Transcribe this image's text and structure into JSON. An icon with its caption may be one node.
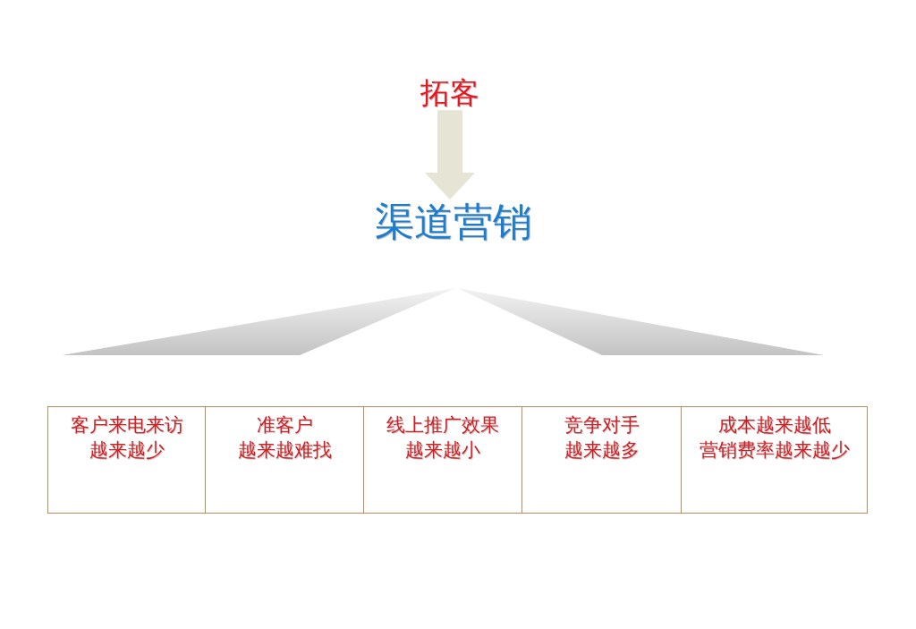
{
  "diagram": {
    "nodes": [
      {
        "text": [
          "拓客"
        ]
      },
      {
        "text": [
          "渠道营销"
        ]
      },
      {
        "text": [
          "客户来电来访越来越少"
        ]
      },
      {
        "text": [
          "准客户越来越难找"
        ]
      },
      {
        "text": [
          "线上推广效果越来越小"
        ]
      },
      {
        "text": [
          "竞争对手越来越多"
        ]
      },
      {
        "text": [
          "成本越来越低营销费率越来越少"
        ]
      }
    ],
    "edges": [
      {
        "from": 0,
        "to": 1,
        "arrow": "to"
      }
    ]
  }
}
